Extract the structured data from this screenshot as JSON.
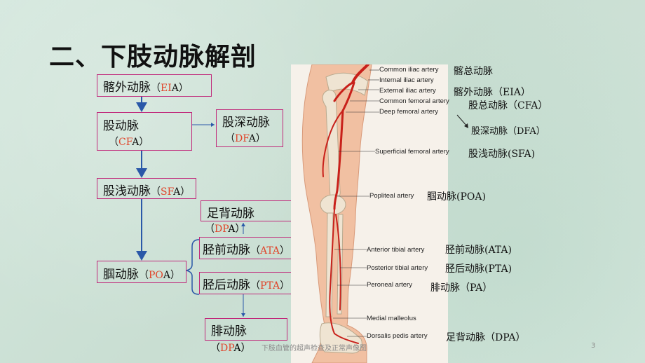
{
  "title": "二、下肢动脉解剖",
  "tree": {
    "eia": {
      "cn": "髂外动脉",
      "abbr_pre": "（",
      "abbr_red": "EI",
      "abbr_mid": "A",
      "abbr_post": "）"
    },
    "cfa": {
      "cn": "股动脉",
      "abbr_pre": "（",
      "abbr_red": "CF",
      "abbr_mid": "A",
      "abbr_post": "）"
    },
    "dfa": {
      "cn": "股深动脉",
      "abbr_pre": "（",
      "abbr_red": "DF",
      "abbr_mid": "A",
      "abbr_post": "）"
    },
    "sfa": {
      "cn": "股浅动脉",
      "abbr_pre": "（",
      "abbr_red": "SF",
      "abbr_mid": "A",
      "abbr_post": "）"
    },
    "dpa": {
      "cn": "足背动脉",
      "abbr_pre": "（",
      "abbr_red": "DP",
      "abbr_mid": "A",
      "abbr_post": "）"
    },
    "poa": {
      "cn": "腘动脉",
      "abbr_pre": "（",
      "abbr_red": "PO",
      "abbr_mid": "A",
      "abbr_post": "）"
    },
    "ata": {
      "cn": "胫前动脉",
      "abbr_pre": "（",
      "abbr_red": "ATA",
      "abbr_mid": "",
      "abbr_post": "）"
    },
    "pta": {
      "cn": "胫后动脉",
      "abbr_pre": "（",
      "abbr_red": "PTA",
      "abbr_mid": "",
      "abbr_post": "）"
    },
    "pa": {
      "cn": "腓动脉",
      "abbr_pre": "（",
      "abbr_red": "DP",
      "abbr_mid": "A",
      "abbr_post": "）"
    }
  },
  "figure_labels": [
    {
      "en": "Common iliac artery",
      "cn": "髂总动脉"
    },
    {
      "en": "Internal iliac artery",
      "cn": ""
    },
    {
      "en": "External iliac artery",
      "cn": "髂外动脉（EIA）"
    },
    {
      "en": "Common femoral artery",
      "cn": "股总动脉（CFA）"
    },
    {
      "en": "Deep femoral artery",
      "cn": ""
    },
    {
      "en": "",
      "cn": "股深动脉（DFA）"
    },
    {
      "en": "Superficial femoral artery",
      "cn": "股浅动脉(SFA)"
    },
    {
      "en": "Popliteal artery",
      "cn": "腘动脉(POA)"
    },
    {
      "en": "Anterior tibial artery",
      "cn": "胫前动脉(ATA)"
    },
    {
      "en": "Posterior tibial artery",
      "cn": "胫后动脉(PTA)"
    },
    {
      "en": "Peroneal artery",
      "cn": "腓动脉（PA）"
    },
    {
      "en": "Medial malleolus",
      "cn": ""
    },
    {
      "en": "Dorsalis pedis artery",
      "cn": "足背动脉（DPA）"
    }
  ],
  "footer": {
    "text": "下肢血管的超声检查及正常声像图",
    "page": "3"
  },
  "colors": {
    "box_border": "#c0287a",
    "abbr_red": "#e0442a",
    "arrow_blue": "#2a58a8"
  }
}
